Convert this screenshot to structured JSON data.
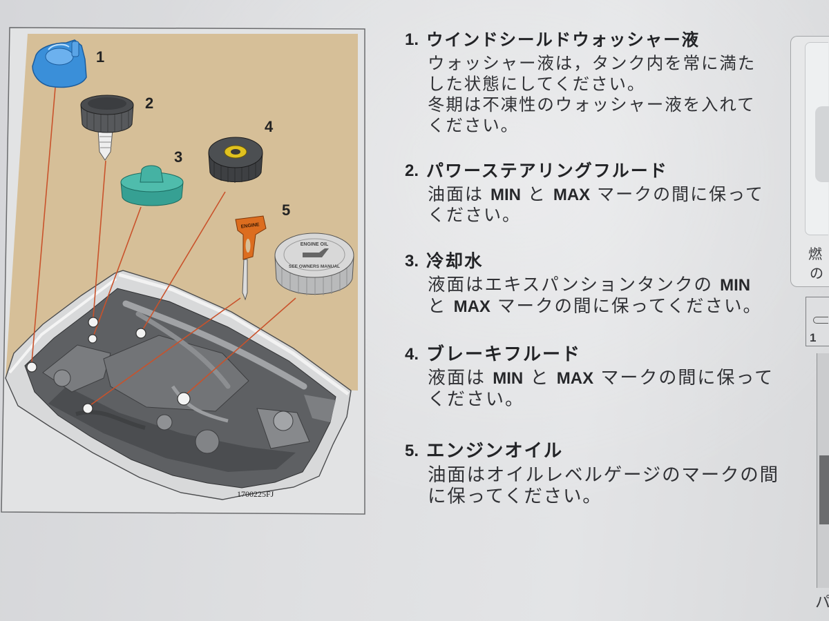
{
  "figure": {
    "callouts": [
      "1",
      "2",
      "3",
      "4",
      "5"
    ],
    "code": "1700225FJ",
    "dipstick_label": "ENGINE",
    "oil_cap_label": "ENGINE OIL",
    "oil_cap_note": "SEE OWNERS MANUAL"
  },
  "items": [
    {
      "number": "1.",
      "title": "ウインドシールドウォッシャー液",
      "lines": [
        [
          "ウォッシャー液は，タンク内を常に満た"
        ],
        [
          "した状態にしてください。"
        ],
        [
          "冬期は不凍性のウォッシャー液を入れて"
        ],
        [
          "ください。"
        ]
      ]
    },
    {
      "number": "2.",
      "title": "パワーステアリングフルード",
      "lines": [
        [
          "油面は ",
          "MIN",
          " と ",
          "MAX",
          " マークの間に保って"
        ],
        [
          "ください。"
        ]
      ]
    },
    {
      "number": "3.",
      "title": "冷却水",
      "lines": [
        [
          "液面はエキスパンションタンクの ",
          "MIN"
        ],
        [
          "と ",
          "MAX",
          " マークの間に保ってください。"
        ]
      ]
    },
    {
      "number": "4.",
      "title": "ブレーキフルード",
      "lines": [
        [
          "液面は ",
          "MIN",
          " と ",
          "MAX",
          " マークの間に保って"
        ],
        [
          "ください。"
        ]
      ]
    },
    {
      "number": "5.",
      "title": "エンジンオイル",
      "lines": [
        [
          "油面はオイルレベルゲージのマークの間"
        ],
        [
          "に保ってください。"
        ]
      ]
    }
  ],
  "edge_fragments": {
    "glyph_top_1": "燃",
    "glyph_top_2": "の",
    "box_number": "1",
    "glyph_bottom": "パ"
  }
}
